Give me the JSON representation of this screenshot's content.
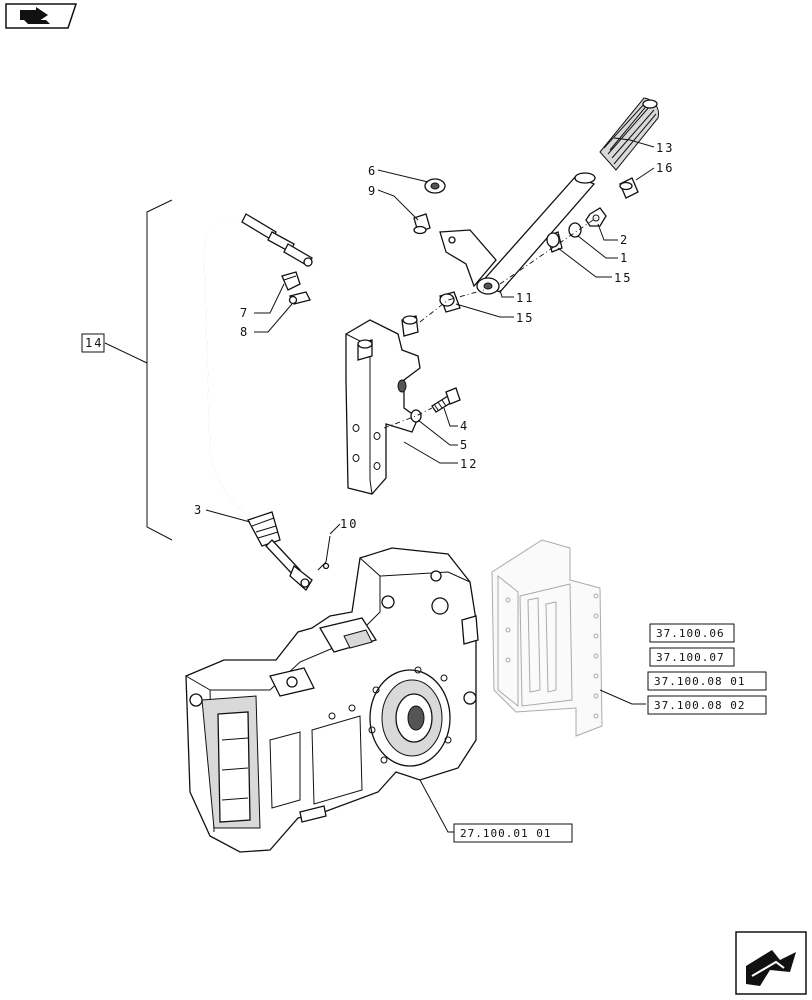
{
  "callouts": {
    "c1": "1",
    "c2": "2",
    "c3": "3",
    "c4": "4",
    "c5": "5",
    "c6": "6",
    "c7": "7",
    "c8": "8",
    "c9": "9",
    "c10": "10",
    "c11": "11",
    "c12": "12",
    "c13": "13",
    "c14": "14",
    "c15a": "15",
    "c15b": "15",
    "c16": "16"
  },
  "references": {
    "r1": "37.100.06",
    "r2": "37.100.07",
    "r3": "37.100.08 01",
    "r4": "37.100.08 02",
    "r5": "27.100.01 01"
  },
  "icons": {
    "top_left": "book-arrow-icon",
    "bottom_right": "next-page-arrow-icon"
  }
}
